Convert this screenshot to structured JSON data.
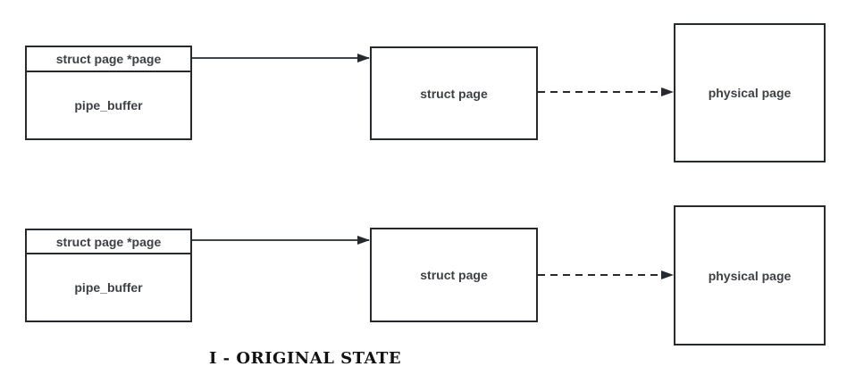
{
  "colors": {
    "stroke": "#262a2f",
    "label_text": "#3d4045",
    "caption_text": "#121212",
    "background": "#ffffff"
  },
  "caption": "I - ORIGINAL STATE",
  "rows": [
    {
      "pipe_buffer": {
        "header": "struct page *page",
        "body": "pipe_buffer"
      },
      "struct_page_label": "struct page",
      "physical_page_label": "physical page"
    },
    {
      "pipe_buffer": {
        "header": "struct page *page",
        "body": "pipe_buffer"
      },
      "struct_page_label": "struct page",
      "physical_page_label": "physical page"
    }
  ]
}
